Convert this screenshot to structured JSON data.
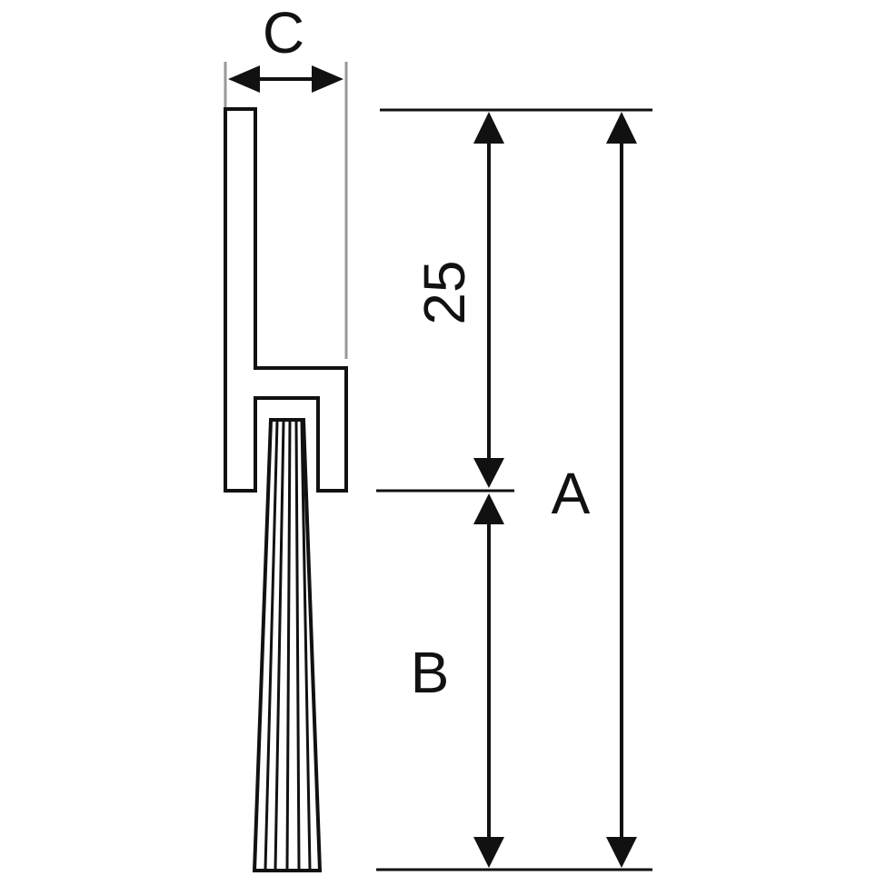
{
  "labels": {
    "c": "C",
    "height_25": "25",
    "a": "A",
    "b": "B"
  },
  "colors": {
    "line": "#111111",
    "guide": "#999999",
    "background": "#ffffff"
  }
}
